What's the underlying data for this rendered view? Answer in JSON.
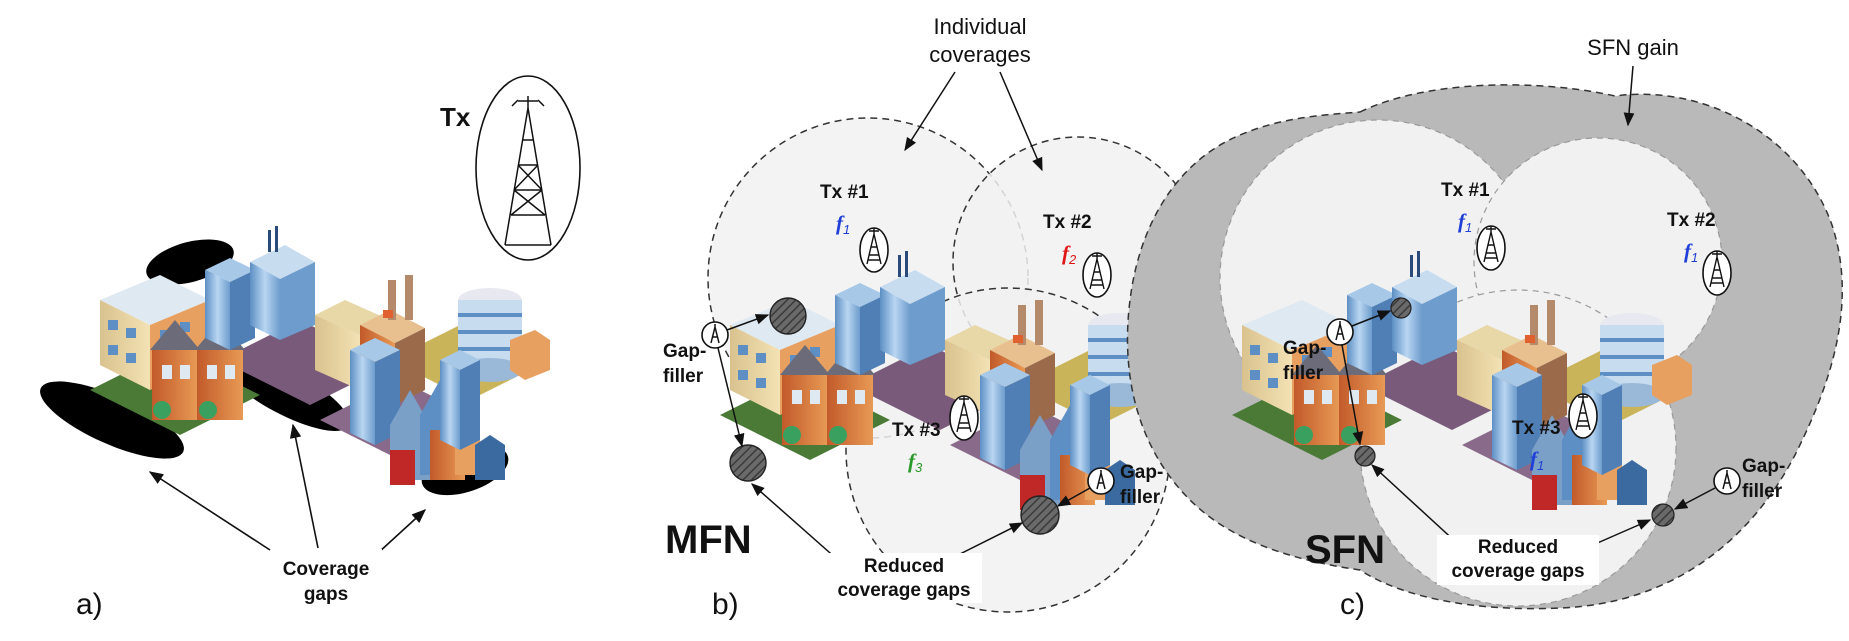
{
  "colors": {
    "freq_blue": "#1f3fd6",
    "freq_red": "#e01515",
    "freq_green": "#2a9a2a",
    "sfn_gain_gray": "#b9b9b9",
    "coverage_fill": "#f1f1f1",
    "gap_black": "#000000",
    "reduced_gap_gray": "#5a5a5a"
  },
  "panel_a": {
    "letter": "a)",
    "tx_label": "Tx",
    "coverage_gaps": [
      "Coverage",
      "gaps"
    ]
  },
  "panel_b": {
    "letter": "b)",
    "network": "MFN",
    "individual_coverages": [
      "Individual",
      "coverages"
    ],
    "tx1": {
      "label": "Tx #1",
      "freq": "f",
      "sub": "1"
    },
    "tx2": {
      "label": "Tx #2",
      "freq": "f",
      "sub": "2"
    },
    "tx3": {
      "label": "Tx #3",
      "freq": "f",
      "sub": "3"
    },
    "gapfiller_left": [
      "Gap-",
      "filler"
    ],
    "gapfiller_right": [
      "Gap-",
      "filler"
    ],
    "reduced_gaps": [
      "Reduced",
      "coverage gaps"
    ]
  },
  "panel_c": {
    "letter": "c)",
    "network": "SFN",
    "sfn_gain": "SFN gain",
    "tx1": {
      "label": "Tx #1",
      "freq": "f",
      "sub": "1"
    },
    "tx2": {
      "label": "Tx #2",
      "freq": "f",
      "sub": "1"
    },
    "tx3": {
      "label": "Tx #3",
      "freq": "f",
      "sub": "1"
    },
    "gapfiller_left": [
      "Gap-",
      "filler"
    ],
    "gapfiller_right": [
      "Gap-",
      "filler"
    ],
    "reduced_gaps": [
      "Reduced",
      "coverage gaps"
    ]
  }
}
